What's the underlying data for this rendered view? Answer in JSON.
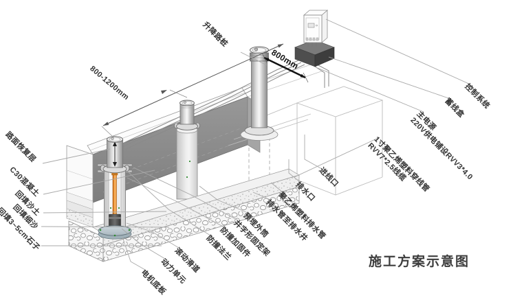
{
  "title": "施工方案示意图",
  "dimensions": {
    "bollard_spacing": "800-1200mm",
    "box_offset": "800mm"
  },
  "labels": {
    "bollard": "升降路桩",
    "road_restore": "路面恢复层",
    "c30_concrete": "C30混凝土",
    "backfill_sand": "回填沙土",
    "backfill_fine_sand": "回填细沙",
    "backfill_stones": "回填3~5cm石子",
    "motor_base_plate": "电机底板",
    "power_unit": "动力单元",
    "rolling_slide": "滚动滑道",
    "anti_collision_flange": "防撞法兰",
    "anti_collision_reinforcement": "防撞加固件",
    "well_fixing_frame": "井字形固定架",
    "embedded_outer_cylinder": "预埋外筒",
    "cable_inlet": "进线口",
    "drain_outlet": "排水口",
    "drain_pipe": "聚乙烯塑料排水管",
    "drain_to_well": "排水管至排水井",
    "control_system": "控制系统",
    "wire_storage_box": "蓄线盒",
    "main_power": "主电源",
    "power_cable": "220V供电铺设RVV3*4.0",
    "conduit": "1寸聚乙烯塑料穿线管",
    "signal_cable": "RVV7*2.5线缆"
  },
  "colors": {
    "wall_gray": "#8d8d8d",
    "hydraulic_orange": "#e07818",
    "leader_line": "#a8a8a8",
    "text": "#333333"
  }
}
